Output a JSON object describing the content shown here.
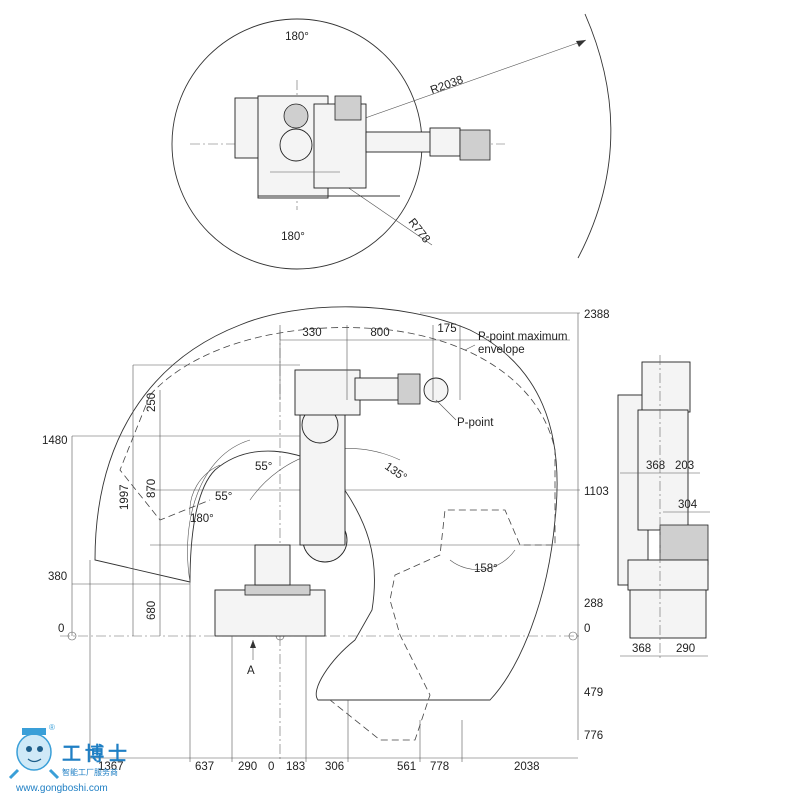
{
  "top_view": {
    "angle_top": "180°",
    "angle_bottom": "180°",
    "radius_outer": "R2038",
    "radius_inner": "R778"
  },
  "side_view": {
    "top_dims": [
      "330",
      "800",
      "175"
    ],
    "p_point_max_label_line1": "P-point maximum",
    "p_point_max_label_line2": "envelope",
    "p_point_label": "P-point",
    "right_dims": [
      "2388",
      "1103",
      "288",
      "0",
      "479",
      "776"
    ],
    "left_dims": [
      "1480",
      "1997",
      "870",
      "250",
      "380",
      "680",
      "0"
    ],
    "angles": [
      "55°",
      "55°",
      "180°",
      "135°",
      "158°"
    ],
    "bottom_dims": [
      "1367",
      "637",
      "290",
      "0",
      "183",
      "306",
      "561",
      "778",
      "2038"
    ],
    "marker_a": "A"
  },
  "end_view": {
    "dims_upper": [
      "368",
      "203"
    ],
    "dim_mid": "304",
    "dims_lower": [
      "368",
      "290"
    ]
  },
  "watermark": {
    "brand_cn": "工博士",
    "slogan_cn": "智能工厂服务商",
    "url": "www.gongboshi.com",
    "registered": "®"
  }
}
